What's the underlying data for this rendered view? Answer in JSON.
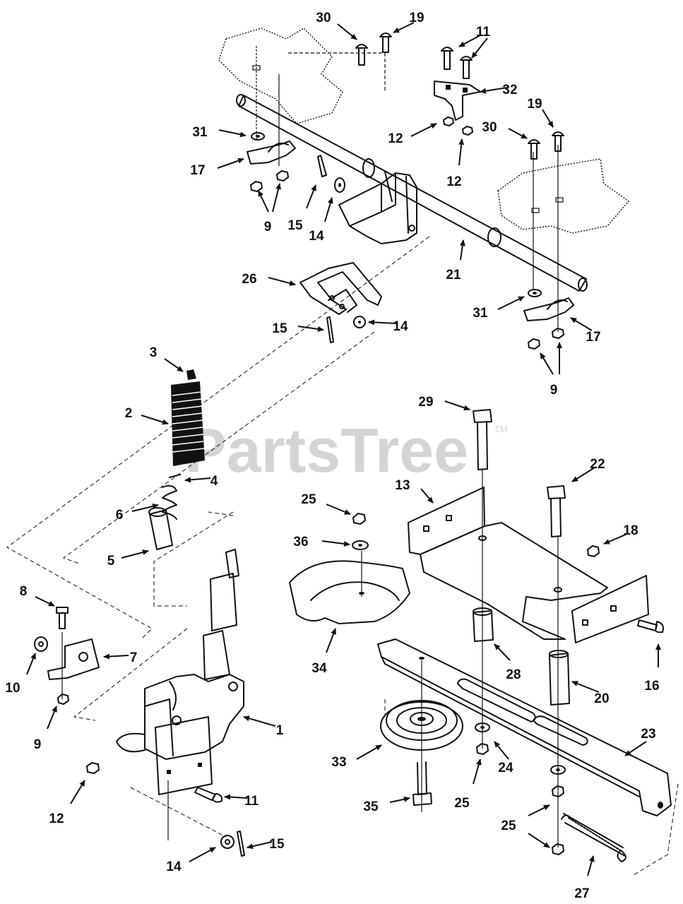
{
  "watermark": {
    "text": "PartsTree",
    "trademark": "TM"
  },
  "callouts": [
    {
      "id": "30a",
      "text": "30"
    },
    {
      "id": "19a",
      "text": "19"
    },
    {
      "id": "11a",
      "text": "11"
    },
    {
      "id": "32",
      "text": "32"
    },
    {
      "id": "19b",
      "text": "19"
    },
    {
      "id": "30b",
      "text": "30"
    },
    {
      "id": "31a",
      "text": "31"
    },
    {
      "id": "17a",
      "text": "17"
    },
    {
      "id": "12a",
      "text": "12"
    },
    {
      "id": "12b",
      "text": "12"
    },
    {
      "id": "9a",
      "text": "9"
    },
    {
      "id": "15a",
      "text": "15"
    },
    {
      "id": "14a",
      "text": "14"
    },
    {
      "id": "21",
      "text": "21"
    },
    {
      "id": "26",
      "text": "26"
    },
    {
      "id": "15b",
      "text": "15"
    },
    {
      "id": "14b",
      "text": "14"
    },
    {
      "id": "31b",
      "text": "31"
    },
    {
      "id": "17b",
      "text": "17"
    },
    {
      "id": "9b",
      "text": "9"
    },
    {
      "id": "3",
      "text": "3"
    },
    {
      "id": "2",
      "text": "2"
    },
    {
      "id": "4",
      "text": "4"
    },
    {
      "id": "6",
      "text": "6"
    },
    {
      "id": "5",
      "text": "5"
    },
    {
      "id": "8",
      "text": "8"
    },
    {
      "id": "7",
      "text": "7"
    },
    {
      "id": "10",
      "text": "10"
    },
    {
      "id": "9c",
      "text": "9"
    },
    {
      "id": "1",
      "text": "1"
    },
    {
      "id": "12c",
      "text": "12"
    },
    {
      "id": "11b",
      "text": "11"
    },
    {
      "id": "14c",
      "text": "14"
    },
    {
      "id": "15c",
      "text": "15"
    },
    {
      "id": "29",
      "text": "29"
    },
    {
      "id": "13",
      "text": "13"
    },
    {
      "id": "22",
      "text": "22"
    },
    {
      "id": "25a",
      "text": "25"
    },
    {
      "id": "36",
      "text": "36"
    },
    {
      "id": "18",
      "text": "18"
    },
    {
      "id": "34",
      "text": "34"
    },
    {
      "id": "28",
      "text": "28"
    },
    {
      "id": "16",
      "text": "16"
    },
    {
      "id": "20",
      "text": "20"
    },
    {
      "id": "23",
      "text": "23"
    },
    {
      "id": "33",
      "text": "33"
    },
    {
      "id": "24",
      "text": "24"
    },
    {
      "id": "35",
      "text": "35"
    },
    {
      "id": "25b",
      "text": "25"
    },
    {
      "id": "25c",
      "text": "25"
    },
    {
      "id": "27",
      "text": "27"
    }
  ]
}
